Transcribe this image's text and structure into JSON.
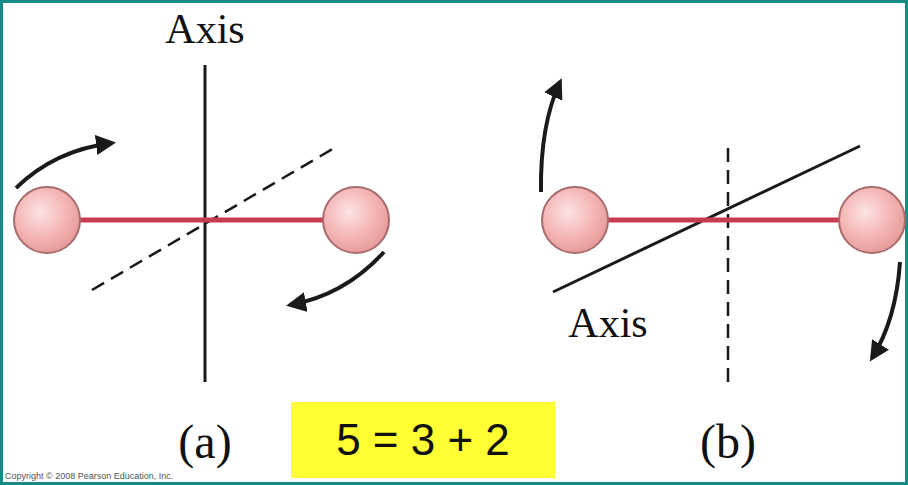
{
  "diagram": {
    "nodes": [
      {
        "text": [
          "5 = 3 + 2"
        ]
      }
    ],
    "labels": [
      "Axis",
      "Axis",
      "(a)",
      "(b)",
      "Copyright © 2008 Pearson Education, Inc."
    ]
  }
}
